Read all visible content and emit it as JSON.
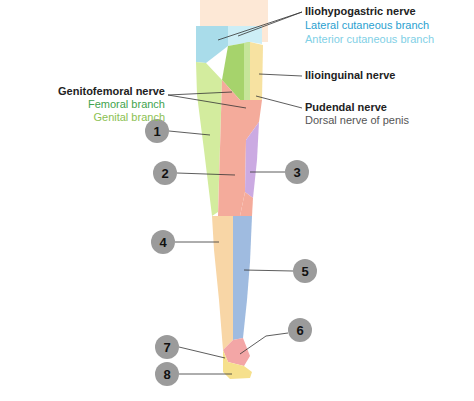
{
  "diagram": {
    "nodes": [
      {
        "text": [
          "1"
        ]
      },
      {
        "text": [
          "2"
        ]
      },
      {
        "text": [
          "3"
        ]
      },
      {
        "text": [
          "4"
        ]
      },
      {
        "text": [
          "5"
        ]
      },
      {
        "text": [
          "6"
        ]
      },
      {
        "text": [
          "7"
        ]
      },
      {
        "text": [
          "8"
        ]
      }
    ],
    "labels": [
      "Iliohypogastric nerve",
      "Lateral cutaneous branch",
      "Anterior cutaneous branch",
      "Ilioinguinal nerve",
      "Genitofemoral nerve",
      "Femoral branch",
      "Genital branch",
      "Pudendal nerve",
      "Dorsal nerve of penis"
    ]
  }
}
